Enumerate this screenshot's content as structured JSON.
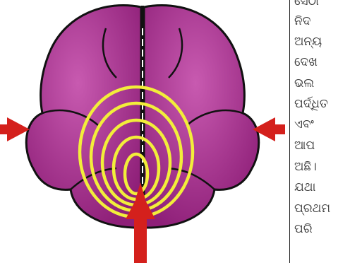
{
  "article": {
    "lines": [
      "ସେଠା",
      "ନିଦ",
      "ଅନ୍ୟ",
      "ଦେଖ",
      "ଭଲ",
      "ପର୍ଦ୍ଧିତ",
      "ଏବଂ",
      "ଆପ",
      "ଅଛି।",
      "ଯଥା",
      "ପ୍ରଥମ",
      "ପରି"
    ]
  },
  "colors": {
    "brain_main": "#a8288a",
    "brain_light": "#c24aa6",
    "rings": "#f2ee3a",
    "arrows": "#d4201c"
  }
}
